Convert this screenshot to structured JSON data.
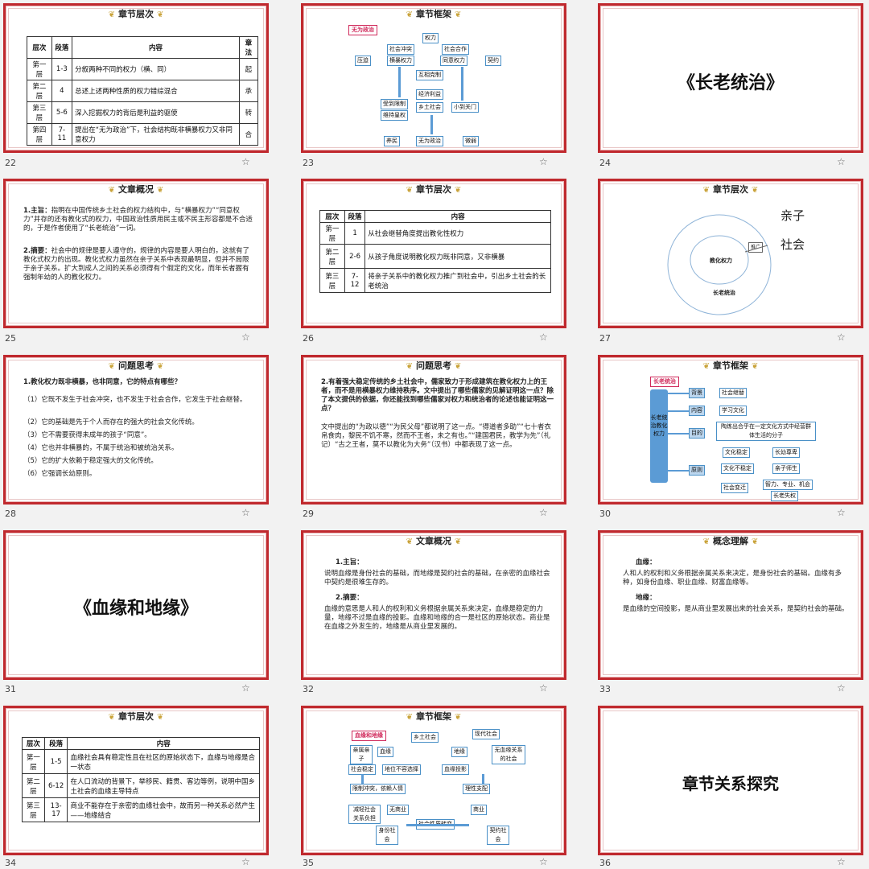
{
  "slides": {
    "s22": {
      "num": "22",
      "title": "章节层次",
      "headers": [
        "层次",
        "段落",
        "内容",
        "章法"
      ],
      "rows": [
        [
          "第一层",
          "1-3",
          "分叙两种不同的权力（横、同）",
          "起"
        ],
        [
          "第二层",
          "4",
          "总述上述两种性质的权力错综混合",
          "承"
        ],
        [
          "第三层",
          "5-6",
          "深入挖掘权力的背后是利益的驱使",
          "转"
        ],
        [
          "第四层",
          "7-11",
          "提出在“无为政治”下，社会结构既非横暴权力又非同意权力",
          "合"
        ]
      ]
    },
    "s23": {
      "num": "23",
      "title": "章节框架",
      "tag": "无为政治",
      "nodes": [
        "权力",
        "社会冲突",
        "社会合作",
        "压迫",
        "横暴权力",
        "同意权力",
        "契约",
        "互相克制",
        "经济利益",
        "乡土社会",
        "小到关门",
        "受到限制",
        "维持皇权",
        "养民",
        "无为政治",
        "微弱"
      ]
    },
    "s24": {
      "num": "24",
      "heading": "《长老统治》"
    },
    "s25": {
      "num": "25",
      "title": "文章概况",
      "p1_label": "1.主旨：",
      "p1": "指明在中国传统乡土社会的权力结构中，与“横暴权力”“同意权力”并存的还有教化式的权力，中国政治性质用民主或不民主形容都是不合适的，于是作者使用了“长老统治”一词。",
      "p2_label": "2.摘要：",
      "p2": "社会中的规律是要人遵守的，规律的内容是要人明白的，这就有了教化式权力的出现。教化式权力虽然在亲子关系中表现最明显，但并不局限于亲子关系。扩大到成人之间的关系必须得有个假定的文化，而年长者握有强制年幼的人的教化权力。"
    },
    "s26": {
      "num": "26",
      "title": "章节层次",
      "headers": [
        "层次",
        "段落",
        "内容"
      ],
      "rows": [
        [
          "第一层",
          "1",
          "从社会继替角度提出教化性权力"
        ],
        [
          "第二层",
          "2-6",
          "从孩子角度说明教化权力既非同意，又非横暴"
        ],
        [
          "第三层",
          "7-12",
          "将亲子关系中的教化权力推广到社会中，引出乡土社会的长老统治"
        ]
      ]
    },
    "s27": {
      "num": "27",
      "title": "章节层次",
      "label_a": "亲子",
      "label_b": "社会",
      "arrow": "推广",
      "center": "教化权力",
      "outer": "长老统治"
    },
    "s28": {
      "num": "28",
      "title": "问题思考",
      "q": "1.教化权力既非横暴，也非同意，它的特点有哪些？",
      "items": [
        "（1）它既不发生于社会冲突，也不发生于社会合作，它发生于社会继替。",
        "（2）它的基础是先于个人而存在的强大的社会文化传统。",
        "（3）它不需要获得未成年的孩子“同意”。",
        "（4）它也并非横暴的，不属于统治和被统治关系。",
        "（5）它的扩大依赖于稳定强大的文化传统。",
        "（6）它强调长幼原则。"
      ]
    },
    "s29": {
      "num": "29",
      "title": "问题思考",
      "q": "2.有着强大稳定传统的乡土社会中，儒家致力于形成建筑在教化权力上的王者，而不是用横暴权力维持秩序。文中提出了哪些儒家的见解证明这一点？除了本文提供的依据，你还能找到哪些儒家对权力和统治者的论述也能证明这一点？",
      "a": "文中提出的“为政以德”“为民父母”都说明了这一点。“得道者多助”“七十者衣帛食肉，黎民不饥不寒，然而不王者，未之有也。”“建国君民，教学为先”（礼记）“古之王者，莫不以教化为大务”（汉书）中都表现了这一点。"
    },
    "s30": {
      "num": "30",
      "title": "章节框架",
      "tag": "长老统治",
      "trunk": "长老统治教化权力",
      "branches": [
        {
          "k": "背景",
          "v": [
            "社会继替"
          ]
        },
        {
          "k": "内容",
          "v": [
            "学习文化"
          ]
        },
        {
          "k": "目的",
          "v": [
            "陶炼出合乎在一定文化方式中经营群体生活的分子"
          ]
        },
        {
          "k": "原则",
          "v": [
            "文化稳定",
            "长幼尊卑",
            "文化不稳定",
            "亲子师生"
          ]
        },
        {
          "k": "",
          "v": [
            "社会变迁",
            "智力、专业、机会",
            "长老失权"
          ]
        }
      ]
    },
    "s31": {
      "num": "31",
      "heading": "《血缘和地缘》"
    },
    "s32": {
      "num": "32",
      "title": "文章概况",
      "p1_label": "1.主旨：",
      "p1": "说明血缘是身份社会的基础，而地缘是契约社会的基础，在亲密的血缘社会中契约是很难生存的。",
      "p2_label": "2.摘要：",
      "p2": "血缘的意思是人和人的权利和义务根据亲属关系来决定，血缘是稳定的力量，地缘不过是血缘的投影。血缘和地缘的合一是社区的原始状态。商业是在血缘之外发生的，地缘是从商业里发展的。"
    },
    "s33": {
      "num": "33",
      "title": "概念理解",
      "k1": "血缘：",
      "v1": "人和人的权利和义务根据亲属关系来决定，是身份社会的基础。血缘有多种，如身份血缘、职业血缘、财富血缘等。",
      "k2": "地缘：",
      "v2": "是血缘的空间投影，是从商业里发展出来的社会关系，是契约社会的基础。"
    },
    "s34": {
      "num": "34",
      "title": "章节层次",
      "headers": [
        "层次",
        "段落",
        "内容"
      ],
      "rows": [
        [
          "第一层",
          "1-5",
          "血缘社会具有稳定性且在社区的原始状态下，血缘与地缘是合一状态"
        ],
        [
          "第二层",
          "6-12",
          "在人口流动的背景下，举移民、籍贯、客边等例，说明中国乡土社会的血缘主导特点"
        ],
        [
          "第三层",
          "13-17",
          "商业不能存在于亲密的血缘社会中，故而另一种关系必然产生——地缘结合"
        ]
      ]
    },
    "s35": {
      "num": "35",
      "title": "章节框架",
      "tag": "血缘和地缘",
      "nodes": [
        "乡土社会",
        "现代社会",
        "亲属亲子",
        "血缘",
        "地缘",
        "无血缘关系的社会",
        "社会稳定",
        "地位不容选择",
        "血缘投影",
        "限制冲突，依赖人情",
        "理性支配",
        "减轻社会关系负担",
        "无商业",
        "商业",
        "身份社会",
        "社会性质转变",
        "契约社会"
      ]
    },
    "s36": {
      "num": "36",
      "heading": "章节关系探究"
    }
  },
  "colors": {
    "border": "#c0292e",
    "accent": "#5b9bd5",
    "tag": "#d02a5b"
  }
}
